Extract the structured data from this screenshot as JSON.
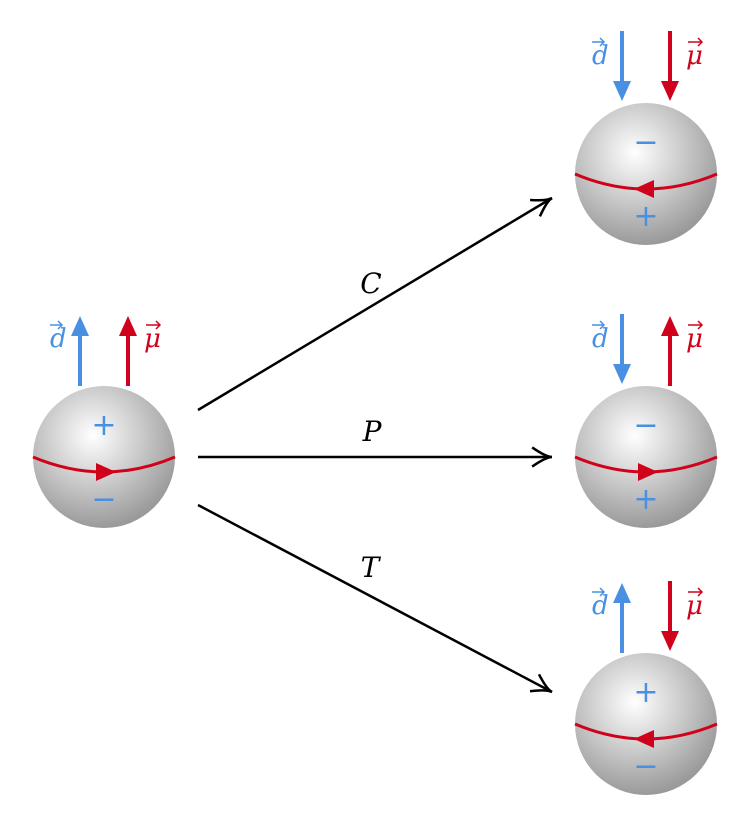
{
  "colors": {
    "dipole": "#4a90e2",
    "magnetic": "#d0021b",
    "arrow": "#000000"
  },
  "vector_labels": {
    "d": "d",
    "mu": "μ"
  },
  "source": {
    "top_sign": "+",
    "bottom_sign": "−",
    "d_dir": "up",
    "mu_dir": "up",
    "current_dir": "right"
  },
  "transforms": [
    {
      "label": "C",
      "result": {
        "top_sign": "−",
        "bottom_sign": "+",
        "d_dir": "down",
        "mu_dir": "down",
        "current_dir": "left"
      }
    },
    {
      "label": "P",
      "result": {
        "top_sign": "−",
        "bottom_sign": "+",
        "d_dir": "down",
        "mu_dir": "up",
        "current_dir": "right"
      }
    },
    {
      "label": "T",
      "result": {
        "top_sign": "+",
        "bottom_sign": "−",
        "d_dir": "up",
        "mu_dir": "down",
        "current_dir": "left"
      }
    }
  ]
}
